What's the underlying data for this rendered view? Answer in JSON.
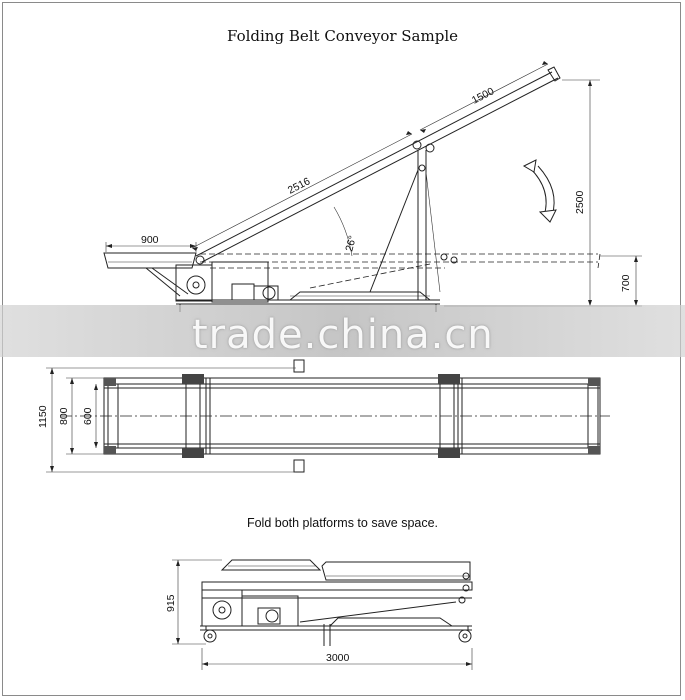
{
  "drawing": {
    "title": "Folding Belt Conveyor Sample",
    "caption": "Fold both platforms to save space.",
    "watermark": "trade.china.cn"
  },
  "side_view": {
    "dim_platform": "900",
    "dim_belt": "2516",
    "dim_upper": "1500",
    "dim_angle": "26°",
    "dim_height": "2500",
    "dim_low": "700"
  },
  "plan_view": {
    "dim_outer": "1150",
    "dim_frame": "800",
    "dim_belt": "600"
  },
  "folded_view": {
    "dim_height": "915",
    "dim_length": "3000"
  },
  "colors": {
    "line": "#222222",
    "background": "#ffffff",
    "watermark_band": "#b8b8b8"
  }
}
